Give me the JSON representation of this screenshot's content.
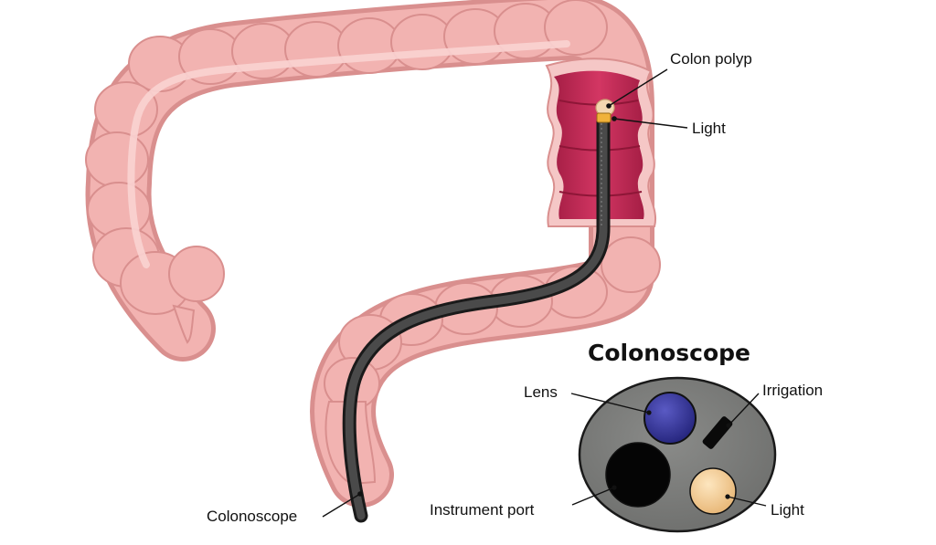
{
  "diagram": {
    "labels": {
      "colon_polyp": "Colon polyp",
      "light_tip": "Light",
      "colonoscope_tip": "Colonoscope"
    },
    "inset": {
      "title": "Colonoscope",
      "lens": "Lens",
      "irrigation": "Irrigation",
      "instrument_port": "Instrument port",
      "light": "Light"
    }
  },
  "colors": {
    "colon_skin": "#f2b3b1",
    "colon_shadow": "#d98f8e",
    "colon_highlight": "#fad3d1",
    "colon_interior": "#c42a55",
    "scope_tube": "#2c2c2c",
    "inset_face": "#7c7d7b",
    "lens": "#33338f",
    "instrument_port": "#0a0a0a",
    "light": "#f2c98f"
  }
}
